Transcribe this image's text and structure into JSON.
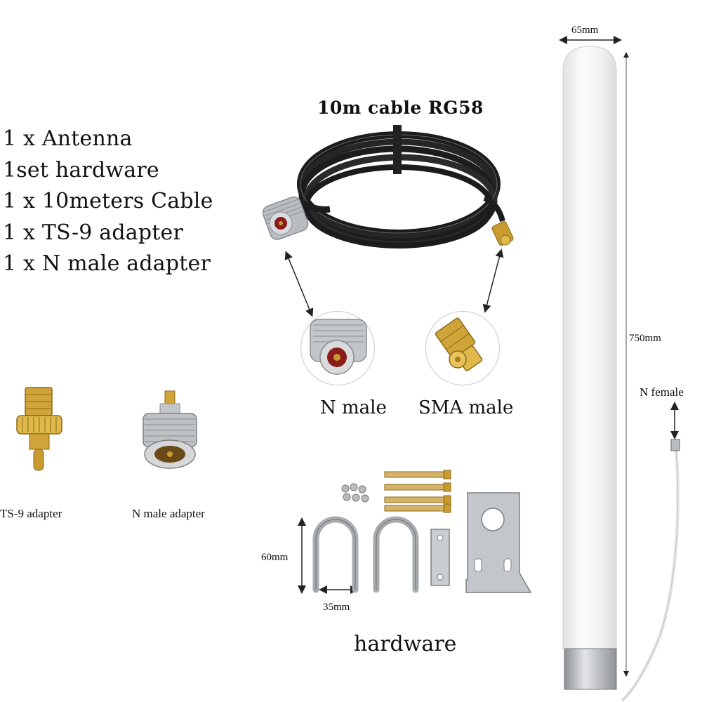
{
  "package_list": [
    "1 x Antenna",
    "1set hardware",
    "1 x 10meters Cable",
    "1 x TS-9 adapter",
    "1 x N male adapter"
  ],
  "cable": {
    "title": "10m cable RG58",
    "connector_left": "N male",
    "connector_right": "SMA male"
  },
  "adapters": {
    "ts9_label": "TS-9 adapter",
    "nmale_label": "N male adapter"
  },
  "hardware": {
    "label": "hardware",
    "height_dim": "60mm",
    "width_dim": "35mm"
  },
  "antenna": {
    "diameter_dim": "65mm",
    "length_dim": "750mm",
    "connector_label": "N female"
  },
  "colors": {
    "text": "#111111",
    "cable": "#1c1c1c",
    "gold": "#c99a2e",
    "silver": "#b9bcc0",
    "antenna_white": "#f4f4f4"
  }
}
